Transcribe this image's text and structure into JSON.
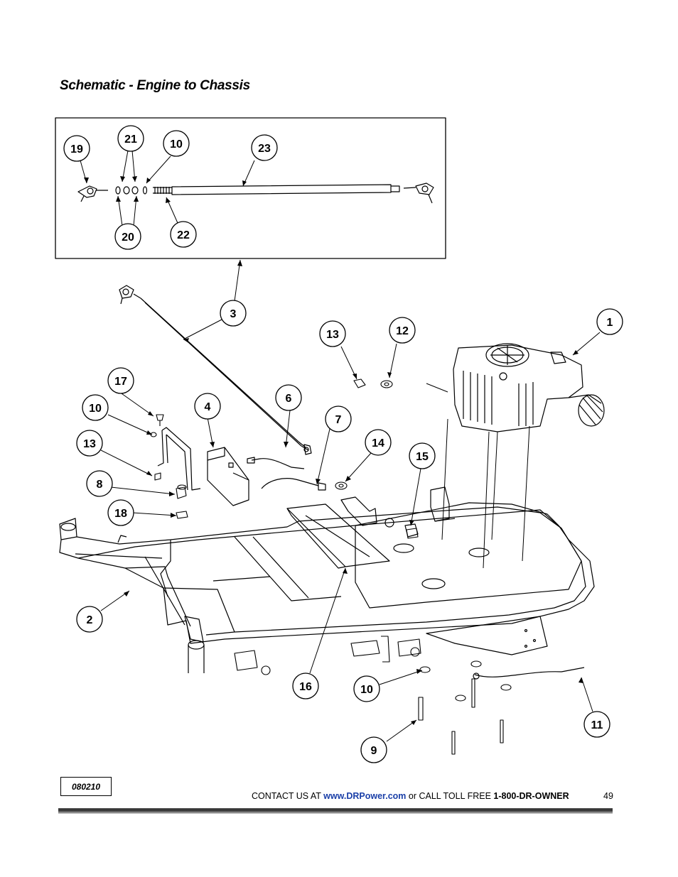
{
  "page_title": "Schematic - Engine to Chassis",
  "callouts": {
    "c1": "1",
    "c2": "2",
    "c3": "3",
    "c4": "4",
    "c6": "6",
    "c7": "7",
    "c8": "8",
    "c9": "9",
    "c10a": "10",
    "c10b": "10",
    "c10c": "10",
    "c11": "11",
    "c12": "12",
    "c13a": "13",
    "c13b": "13",
    "c14": "14",
    "c15": "15",
    "c16": "16",
    "c17": "17",
    "c18": "18",
    "c19": "19",
    "c20": "20",
    "c21": "21",
    "c22": "22",
    "c23": "23"
  },
  "doc_code": "080210",
  "footer": {
    "prefix": "CONTACT US AT ",
    "url": "www.DRPower.com",
    "middle": " or CALL TOLL FREE ",
    "phone": "1-800-DR-OWNER"
  },
  "page_number": "49",
  "colors": {
    "link": "#1a3fa8",
    "ink": "#000000"
  }
}
